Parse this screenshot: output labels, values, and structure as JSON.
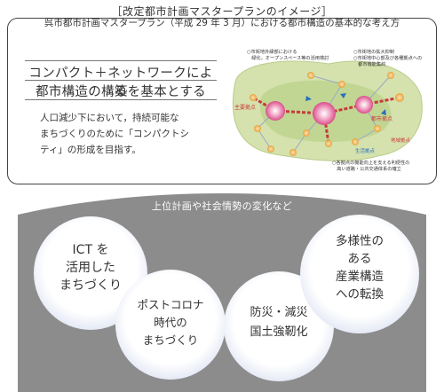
{
  "caption": "［改定都市計画マスタープランのイメージ］",
  "panel": {
    "title": "呉市都市計画マスタープラン（平成 29 年 3 月）における都市構造の基本的な考え方",
    "headline": [
      "コンパクト＋ネットワークによる",
      "都市構造の構築を基本とする"
    ],
    "body": [
      "人口減少下において，持続可能な",
      "まちづくりのために「コンパクトシ",
      "ティ」の形成を目指す。"
    ]
  },
  "map": {
    "note_top_left": [
      "○市街地外縁部における",
      "　緑化，オープンスペース等の活用検討"
    ],
    "note_top_right": [
      "○市街地の拡大抑制",
      "○市街地中心部及び各種拠点への",
      "　都市機能集約"
    ],
    "note_bottom": [
      "○各拠点の機能向上を支える利便性の",
      "　高い道路・公共交通体系の確立"
    ],
    "label_main_hub": "主要拠点",
    "label_urban_hub": "都市拠点",
    "label_living_hub": "生活拠点",
    "label_regional_hub": "地域拠点",
    "colors": {
      "hub": "#d94f8a",
      "node": "#e8a33a",
      "road": "#c83a3a",
      "ground": "#c8d9a0",
      "accent": "#2a6fbf"
    }
  },
  "lower": {
    "heading": "上位計画や社会情勢の変化など",
    "bubbles": [
      {
        "id": "ict",
        "lines": [
          "ICT を",
          "活用した",
          "まちづくり"
        ]
      },
      {
        "id": "post-corona",
        "lines": [
          "ポストコロナ",
          "時代の",
          "まちづくり"
        ]
      },
      {
        "id": "disaster",
        "lines": [
          "防災・減災",
          "国土強靭化"
        ]
      },
      {
        "id": "diversity",
        "lines": [
          "多様性の",
          "ある",
          "産業構造",
          "への転換"
        ]
      }
    ],
    "arch_color": "#8c8c8c"
  }
}
